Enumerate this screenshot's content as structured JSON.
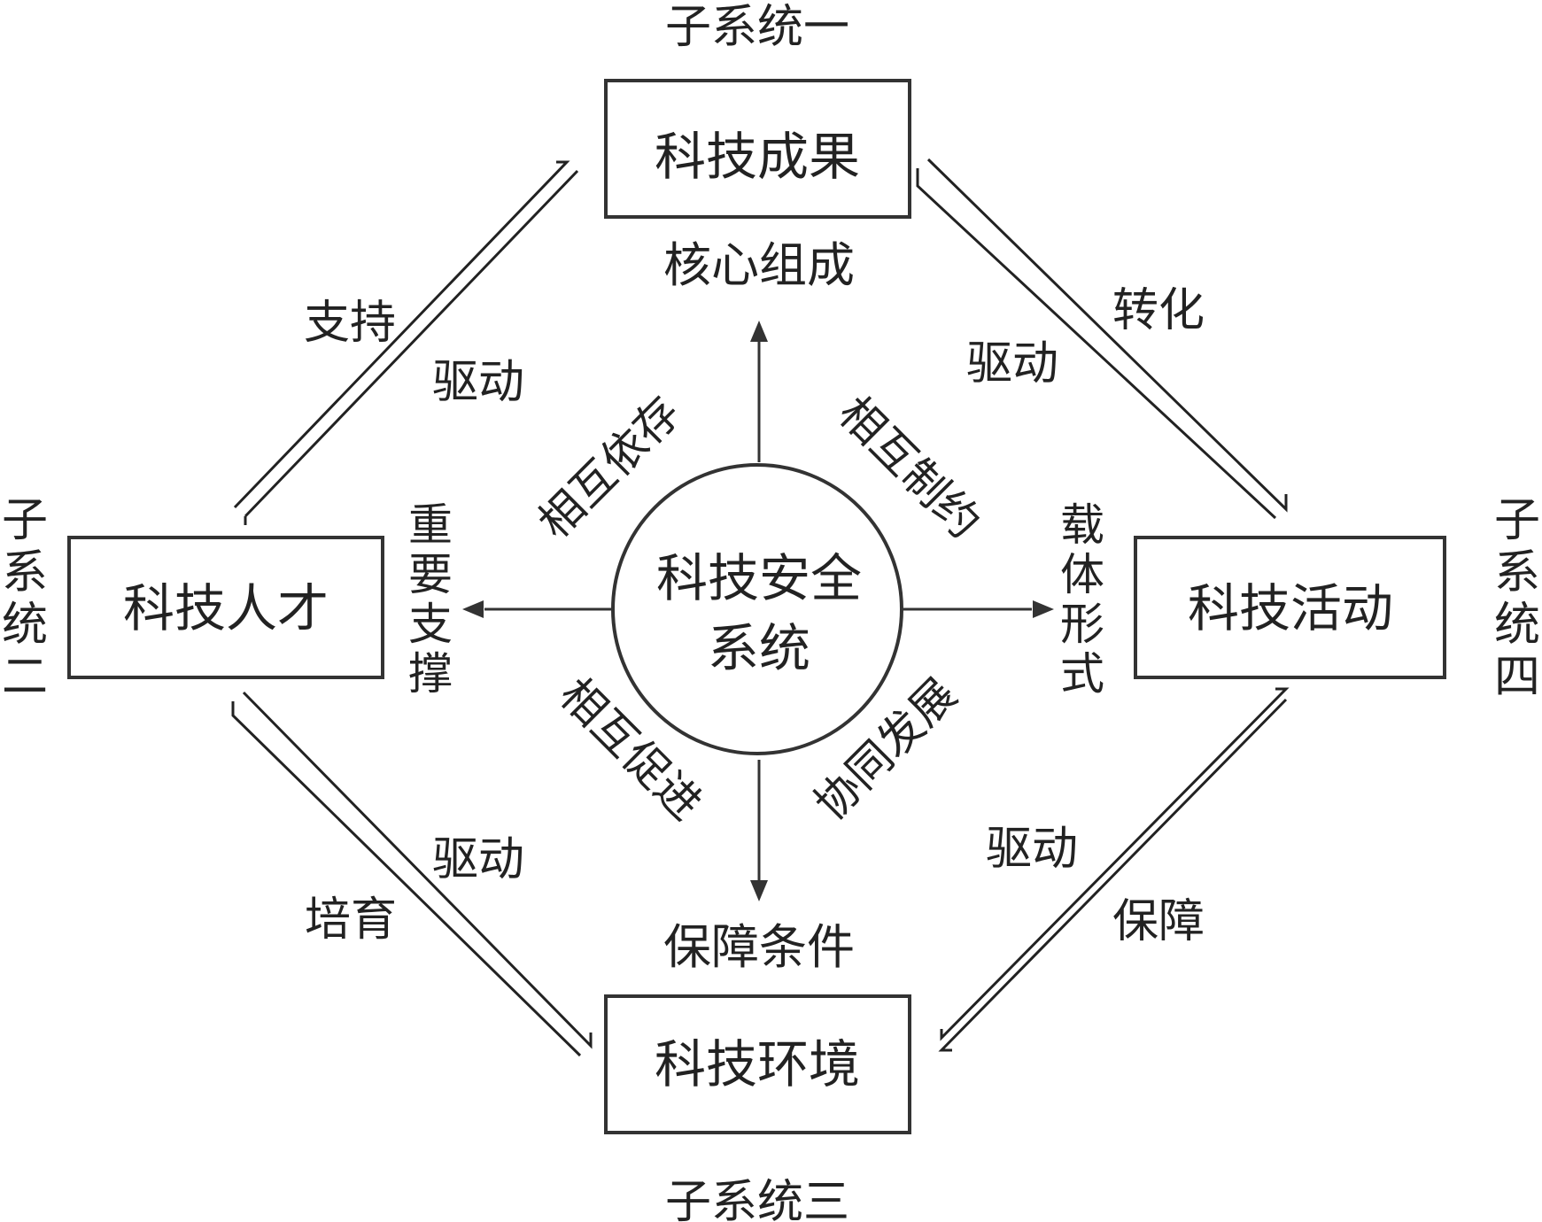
{
  "center": {
    "line1": "科技安全",
    "line2": "系统"
  },
  "nodes": {
    "top": {
      "label": "科技成果",
      "subsystem": "子系统一"
    },
    "left": {
      "label": "科技人才",
      "subsystem": [
        "子",
        "系",
        "统",
        "二"
      ]
    },
    "right": {
      "label": "科技活动",
      "subsystem": [
        "子",
        "系",
        "统",
        "四"
      ]
    },
    "bottom": {
      "label": "科技环境",
      "subsystem": "子系统三"
    }
  },
  "spokes": {
    "up": "核心组成",
    "left": [
      "重",
      "要",
      "支",
      "撑"
    ],
    "right": [
      "载",
      "体",
      "形",
      "式"
    ],
    "down": "保障条件"
  },
  "diagonal_labels": {
    "top_left": "相互依存",
    "top_right": "相互制约",
    "bottom_left": "相互促进",
    "bottom_right": "协同发展"
  },
  "edges": {
    "left_to_top": {
      "outer": "支持",
      "inner": "驱动"
    },
    "top_to_right": {
      "outer": "转化",
      "inner": "驱动"
    },
    "bottom_to_left": {
      "outer": "培育",
      "inner": "驱动"
    },
    "right_to_bottom": {
      "outer": "保障",
      "inner": "驱动"
    }
  },
  "colors": {
    "line": "#333333",
    "text": "#222222",
    "background": "#ffffff"
  }
}
